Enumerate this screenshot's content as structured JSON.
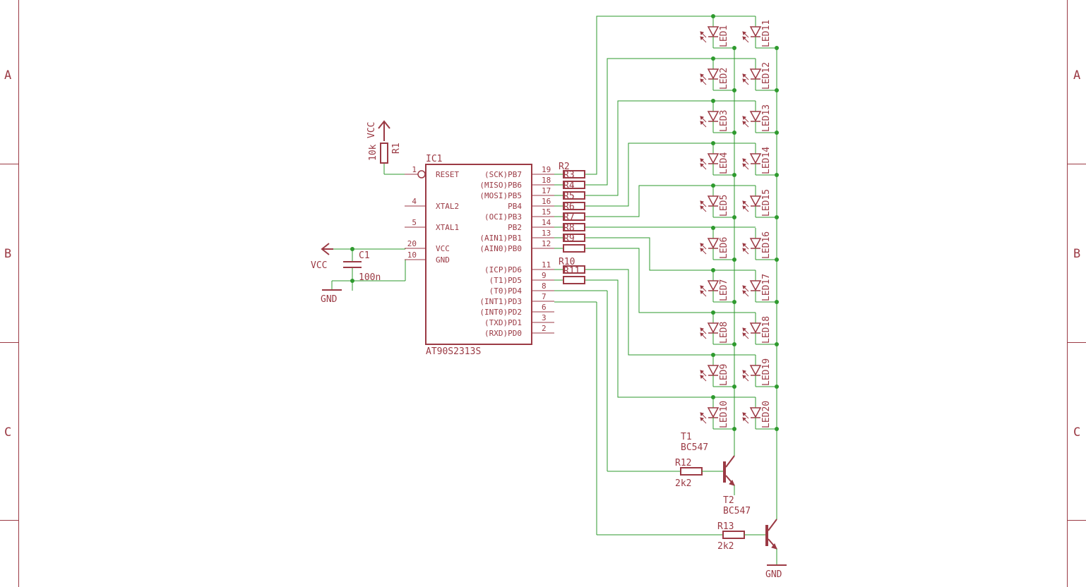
{
  "frame": {
    "row_letters": [
      "A",
      "B",
      "C"
    ]
  },
  "ic": {
    "name": "IC1",
    "value": "AT90S2313S",
    "left_pins": [
      {
        "num": "1",
        "name": "RESET"
      },
      {
        "num": "4",
        "name": "XTAL2"
      },
      {
        "num": "5",
        "name": "XTAL1"
      },
      {
        "num": "20",
        "name": "VCC"
      },
      {
        "num": "10",
        "name": "GND"
      }
    ],
    "right_pins": [
      {
        "num": "19",
        "name": "(SCK)PB7"
      },
      {
        "num": "18",
        "name": "(MISO)PB6"
      },
      {
        "num": "17",
        "name": "(MOSI)PB5"
      },
      {
        "num": "16",
        "name": "PB4"
      },
      {
        "num": "15",
        "name": "(OCI)PB3"
      },
      {
        "num": "14",
        "name": "PB2"
      },
      {
        "num": "13",
        "name": "(AIN1)PB1"
      },
      {
        "num": "12",
        "name": "(AIN0)PB0"
      },
      {
        "num": "11",
        "name": "(ICP)PD6"
      },
      {
        "num": "9",
        "name": "(T1)PD5"
      },
      {
        "num": "8",
        "name": "(T0)PD4"
      },
      {
        "num": "7",
        "name": "(INT1)PD3"
      },
      {
        "num": "6",
        "name": "(INT0)PD2"
      },
      {
        "num": "3",
        "name": "(TXD)PD1"
      },
      {
        "num": "2",
        "name": "(RXD)PD0"
      }
    ]
  },
  "r1": {
    "name": "R1",
    "value": "10k"
  },
  "c1": {
    "name": "C1",
    "value": "100n"
  },
  "supply": {
    "vcc_top": "VCC",
    "vcc_left": "VCC",
    "gnd_left": "GND",
    "gnd_bottom": "GND"
  },
  "resistor_labels": [
    "R2",
    "R3",
    "R4",
    "R5",
    "R6",
    "R7",
    "R8",
    "R9",
    "R10",
    "R11"
  ],
  "leds_left": [
    "LED1",
    "LED2",
    "LED3",
    "LED4",
    "LED5",
    "LED6",
    "LED7",
    "LED8",
    "LED9",
    "LED10"
  ],
  "leds_right": [
    "LED11",
    "LED12",
    "LED13",
    "LED14",
    "LED15",
    "LED16",
    "LED17",
    "LED18",
    "LED19",
    "LED20"
  ],
  "t1": {
    "name": "T1",
    "value": "BC547"
  },
  "t2": {
    "name": "T2",
    "value": "BC547"
  },
  "r12": {
    "name": "R12",
    "value": "2k2"
  },
  "r13": {
    "name": "R13",
    "value": "2k2"
  }
}
